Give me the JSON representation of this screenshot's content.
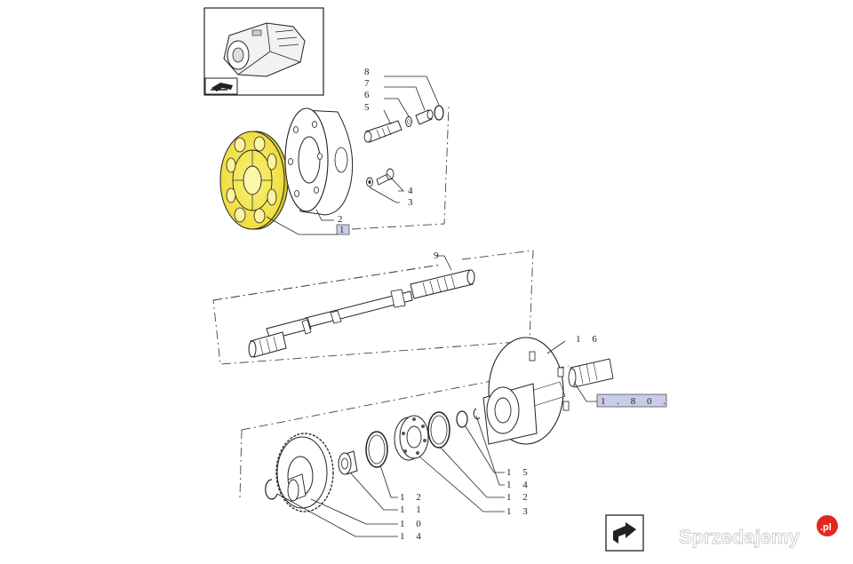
{
  "callouts": {
    "p1": "1",
    "p2": "2",
    "p3": "3",
    "p4": "4",
    "p5": "5",
    "p6": "6",
    "p7": "7",
    "p8": "8",
    "p9": "9",
    "p16": "1 6",
    "ref180": "1 . 8 0 .",
    "p15": "1 5",
    "p14a": "1 4",
    "p12a": "1 2",
    "p13": "1 3",
    "p12b": "1 2",
    "p11": "1 1",
    "p10": "1 0",
    "p14b": "1 4"
  },
  "watermark": {
    "text": "Sprzedajemy",
    "badge": ".pl"
  },
  "colors": {
    "highlight_part": "#f5e64a",
    "ref_box": "#c9cde8",
    "line": "#1a1a1a"
  },
  "icons": {
    "thumbnail": "transmission-thumbnail-icon",
    "nav_top": "arrow-return-icon",
    "nav_bottom": "arrow-next-icon"
  }
}
